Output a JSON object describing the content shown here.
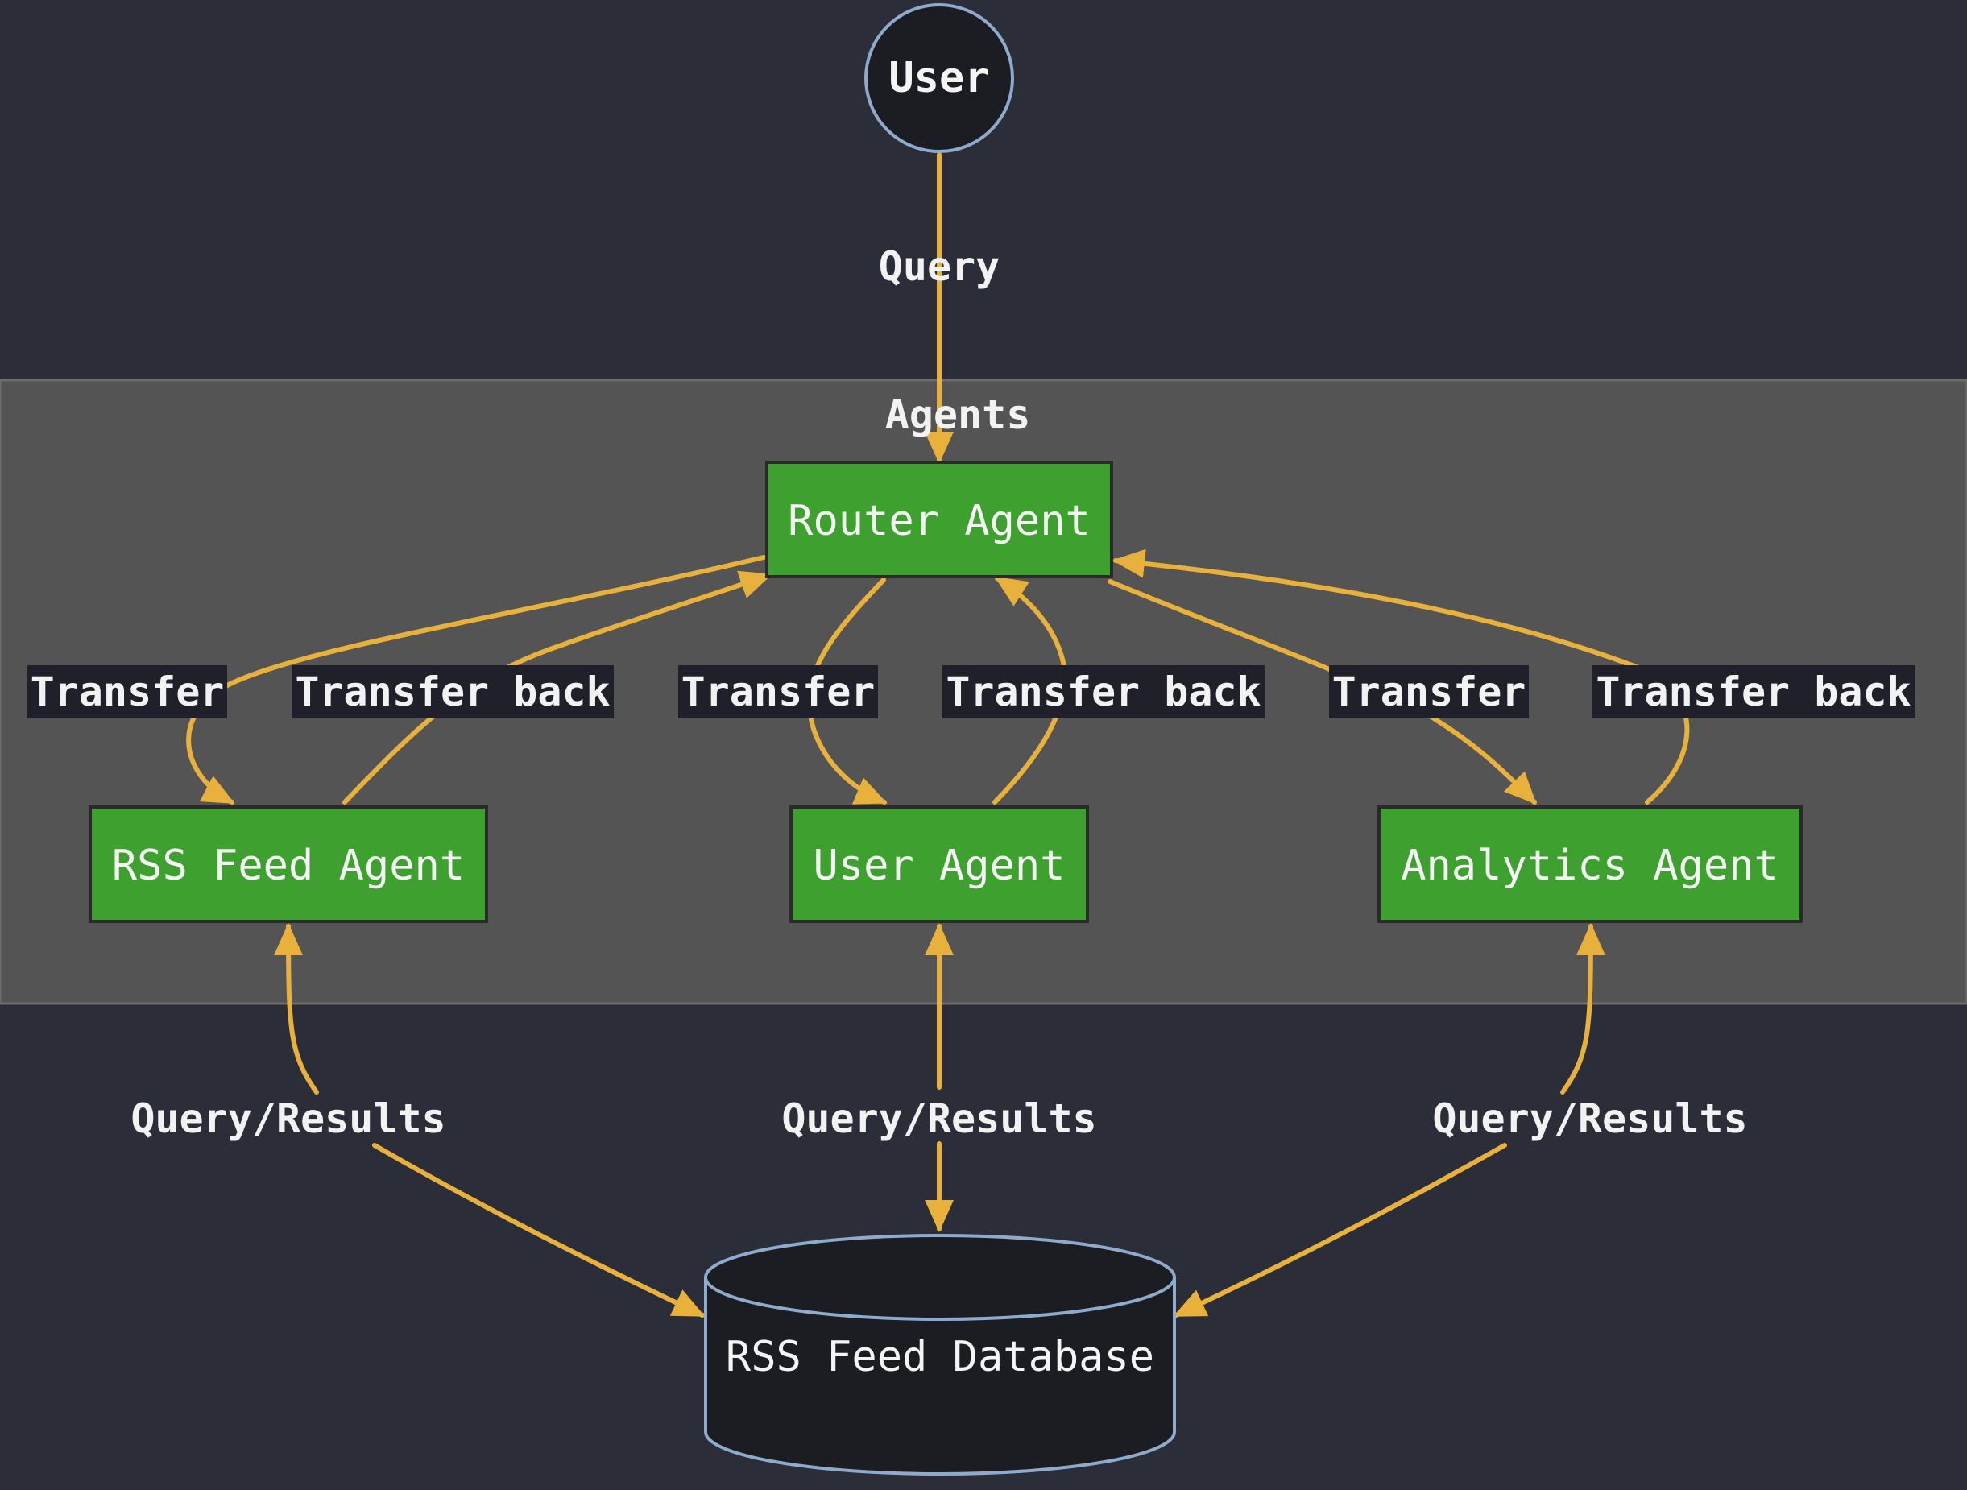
{
  "colors": {
    "background": "#2b2d38",
    "cluster": "#545454",
    "agent_node": "#3ea12f",
    "edge": "#e8b13c",
    "user_node": "#1c1d22",
    "database_node": "#1c1d22",
    "node_border": "#8eaacc"
  },
  "nodes": {
    "user": "User",
    "router_agent": "Router Agent",
    "rss_feed_agent": "RSS Feed Agent",
    "user_agent": "User Agent",
    "analytics_agent": "Analytics Agent",
    "database": "RSS Feed Database"
  },
  "cluster": {
    "title": "Agents"
  },
  "edges": {
    "user_to_router": "Query",
    "router_to_rss": "Transfer",
    "rss_to_router": "Transfer back",
    "router_to_user_agent": "Transfer",
    "user_agent_to_router": "Transfer back",
    "router_to_analytics": "Transfer",
    "analytics_to_router": "Transfer back",
    "rss_db": "Query/Results",
    "user_agent_db": "Query/Results",
    "analytics_db": "Query/Results"
  }
}
